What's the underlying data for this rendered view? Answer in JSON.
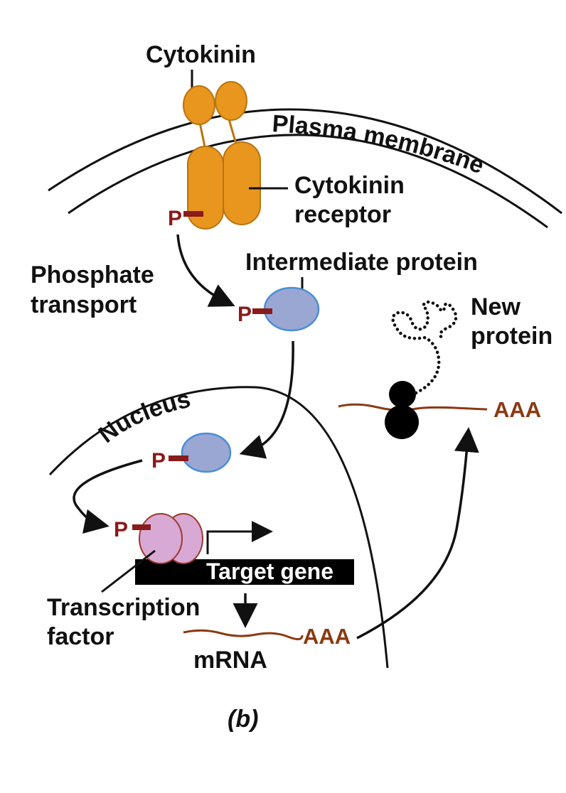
{
  "labels": {
    "cytokinin": "Cytokinin",
    "plasma_membrane": "Plasma membrane",
    "receptor_line1": "Cytokinin",
    "receptor_line2": "receptor",
    "phosphate_transport_line1": "Phosphate",
    "phosphate_transport_line2": "transport",
    "intermediate_protein": "Intermediate protein",
    "new_protein_line1": "New",
    "new_protein_line2": "protein",
    "nucleus": "Nucleus",
    "target_gene": "Target gene",
    "transcription_factor_line1": "Transcription",
    "transcription_factor_line2": "factor",
    "mrna": "mRNA",
    "poly_a_nucleus": "AAA",
    "poly_a_cytoplasm": "AAA",
    "phosphate_receptor": "P",
    "phosphate_intermediate": "P",
    "phosphate_nuclear": "P",
    "phosphate_tf": "P",
    "panel_label": "(b)"
  },
  "colors": {
    "receptor_fill": "#e8961e",
    "receptor_stroke": "#b9740f",
    "intermediate_fill": "#9aa7d3",
    "intermediate_stroke": "#4a8ed6",
    "tf_fill": "#d9a9d6",
    "tf_stroke": "#9a3a2a",
    "phosphate": "#8b1a1a",
    "mrna": "#8a3a12",
    "ribosome": "#000000",
    "line": "#111111"
  }
}
